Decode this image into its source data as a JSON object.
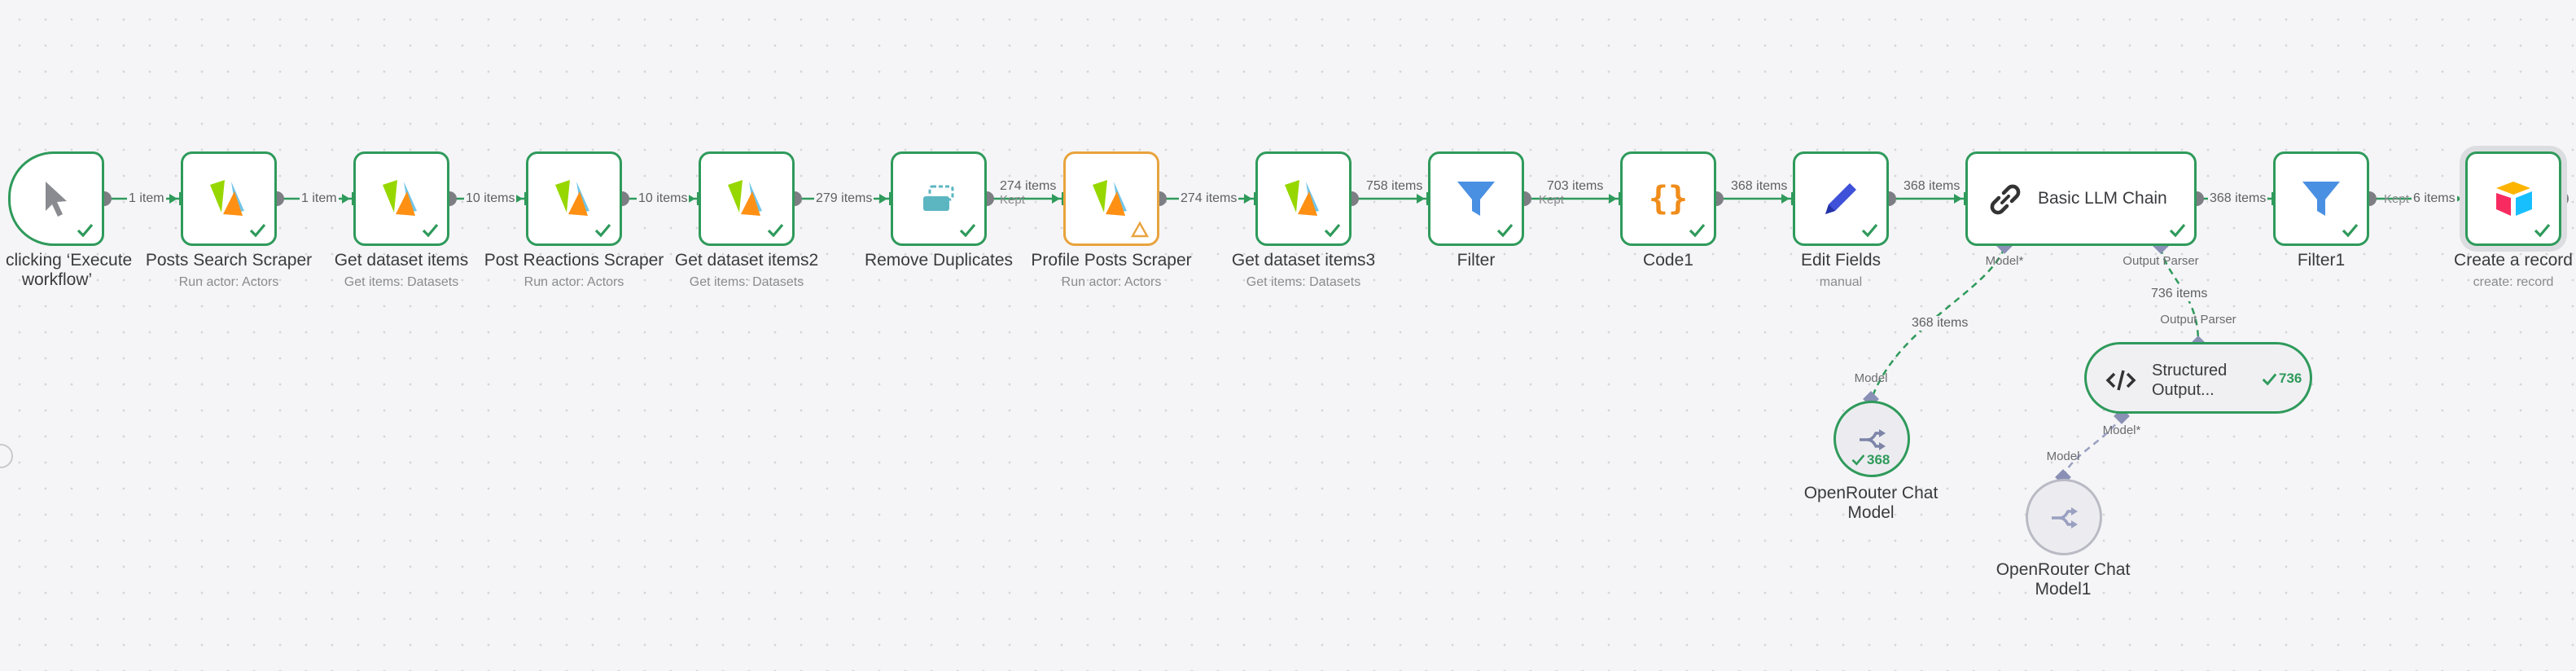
{
  "colors": {
    "success": "#2f9a5b",
    "warning": "#e8a33d",
    "connection": "#2f9a5b",
    "dashed_connection": "#2f9a5b",
    "port": "#7d7e83",
    "diamond": "#8a90b5"
  },
  "nodes": [
    {
      "key": "trigger",
      "title": "en clicking ‘Execute workflow’",
      "subtitle": "",
      "icon": "cursor-icon",
      "status": "success"
    },
    {
      "key": "posts_search",
      "title": "Posts Search Scraper",
      "subtitle": "Run actor: Actors",
      "icon": "apify-icon",
      "status": "success"
    },
    {
      "key": "get_dataset",
      "title": "Get dataset items",
      "subtitle": "Get items: Datasets",
      "icon": "apify-icon",
      "status": "success"
    },
    {
      "key": "post_reactions",
      "title": "Post Reactions Scraper",
      "subtitle": "Run actor: Actors",
      "icon": "apify-icon",
      "status": "success"
    },
    {
      "key": "get_dataset2",
      "title": "Get dataset items2",
      "subtitle": "Get items: Datasets",
      "icon": "apify-icon",
      "status": "success"
    },
    {
      "key": "remove_dup",
      "title": "Remove Duplicates",
      "subtitle": "",
      "icon": "remove-duplicates-icon",
      "status": "success"
    },
    {
      "key": "profile_posts",
      "title": "Profile Posts Scraper",
      "subtitle": "Run actor: Actors",
      "icon": "apify-icon",
      "status": "warning"
    },
    {
      "key": "get_dataset3",
      "title": "Get dataset items3",
      "subtitle": "Get items: Datasets",
      "icon": "apify-icon",
      "status": "success"
    },
    {
      "key": "filter",
      "title": "Filter",
      "subtitle": "",
      "icon": "filter-icon",
      "status": "success"
    },
    {
      "key": "code1",
      "title": "Code1",
      "subtitle": "",
      "icon": "code-braces-icon",
      "status": "success"
    },
    {
      "key": "edit_fields",
      "title": "Edit Fields",
      "subtitle": "manual",
      "icon": "pencil-icon",
      "status": "success"
    },
    {
      "key": "llm_chain",
      "title": "Basic LLM Chain",
      "subtitle": "",
      "icon": "link-icon",
      "status": "success"
    },
    {
      "key": "filter1",
      "title": "Filter1",
      "subtitle": "",
      "icon": "filter-icon",
      "status": "success"
    },
    {
      "key": "create_record",
      "title": "Create a record",
      "subtitle": "create: record",
      "icon": "airtable-icon",
      "status": "success"
    },
    {
      "key": "structured",
      "title": "Structured Output...",
      "subtitle": "",
      "icon": "code-tag-icon",
      "status": "success",
      "count": "736"
    },
    {
      "key": "openrouter",
      "title": "OpenRouter Chat Model",
      "subtitle": "",
      "icon": "openrouter-icon",
      "status": "success",
      "count": "368"
    },
    {
      "key": "openrouter1",
      "title": "OpenRouter Chat Model1",
      "subtitle": "",
      "icon": "openrouter-icon",
      "status": "idle"
    }
  ],
  "edge_labels": {
    "e1": "1 item",
    "e2": "1 item",
    "e3": "10 items",
    "e4": "10 items",
    "e5": "279 items",
    "e6_top": "274 items",
    "e6_kept": "Kept",
    "e7": "274 items",
    "e8": "758 items",
    "e9_top": "703 items",
    "e9_kept": "Kept",
    "e10": "368 items",
    "e11": "368 items",
    "e12": "368 items",
    "e13_kept": "Kept",
    "e13": "6 items",
    "model_edge": "368 items",
    "parser_edge": "736 items"
  },
  "ports": {
    "llm_model": "Model*",
    "llm_parser": "Output Parser",
    "structured_top": "Output Parser",
    "structured_model": "Model*",
    "openrouter_model": "Model",
    "openrouter1_model": "Model"
  }
}
